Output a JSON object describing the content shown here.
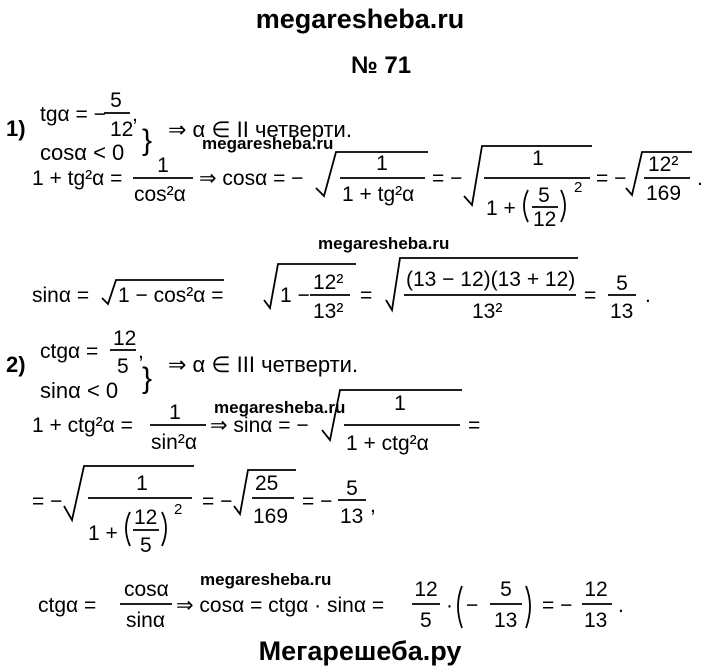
{
  "site_header": "megaresheba.ru",
  "site_footer": "Мегарешеба.ру",
  "watermark": "megaresheba.ru",
  "problem_number": "№ 71",
  "part1": {
    "label": "1)",
    "cond1": "tgα = −5/12,",
    "cond2": "cosα < 0",
    "conclusion": "⇒ α ∈ II четверти.",
    "line_cos": "1 + tg²α = 1/cos²α ⇒ cosα = −√(1/(1 + tg²α)) = −√(1/(1 + (5/12)²)) = −√(12²/169) = .",
    "line_sin": "sinα = √(1 − cos²α) = √(1 − 12²/13²) = √((13 − 12)(13 + 12)/13²) = 5/13."
  },
  "part2": {
    "label": "2)",
    "cond1": "ctgα = 12/5,",
    "cond2": "sinα < 0",
    "conclusion": "⇒ α ∈ III четверти.",
    "line_sin_a": "1 + ctg²α = 1/sin²α ⇒ sinα = −√(1/(1 + ctg²α)) =",
    "line_sin_b": "= −√(1/(1 + (12/5)²)) = −√(25/169) = −5/13,",
    "line_cos": "ctgα = cosα/sinα ⇒ cosα = ctgα · sinα = 12/5 · (−5/13) = −12/13."
  }
}
